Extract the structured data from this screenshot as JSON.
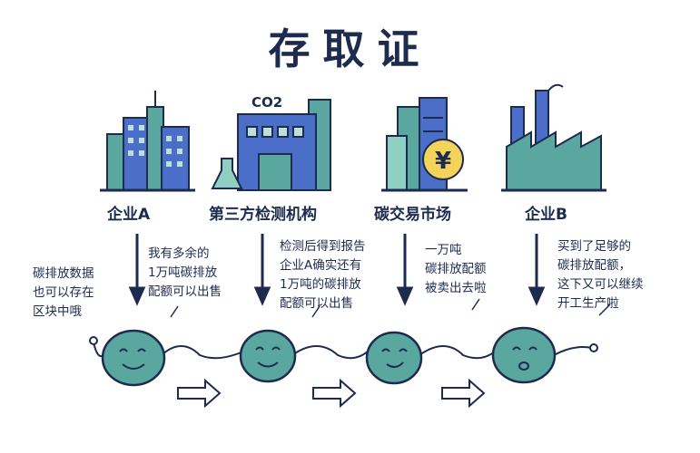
{
  "title": "存取证",
  "stations": [
    {
      "label": "企业A",
      "note": [
        "我有多余的",
        "1万吨碳排放",
        "配额可以出售"
      ]
    },
    {
      "label": "第三方检测机构",
      "note": [
        "检测后得到报告",
        "企业A确实还有",
        "1万吨的碳排放",
        "配额可以出售"
      ]
    },
    {
      "label": "碳交易市场",
      "note": [
        "一万吨",
        "碳排放配额",
        "被卖出去啦"
      ]
    },
    {
      "label": "企业B",
      "note": [
        "买到了足够的",
        "碳排放配额，",
        "这下又可以继续",
        "开工生产啦"
      ]
    }
  ],
  "side_note": [
    "碳排放数据",
    "也可以存在",
    "区块中哦"
  ],
  "building_text": {
    "co2": "CO2",
    "yuan": "¥"
  },
  "colors": {
    "navy": "#1d2b4f",
    "blue": "#4b6fc9",
    "teal": "#5aa7a0",
    "mint": "#8fd0c2",
    "yellow": "#f3d35a",
    "gray": "#8b95a8"
  }
}
